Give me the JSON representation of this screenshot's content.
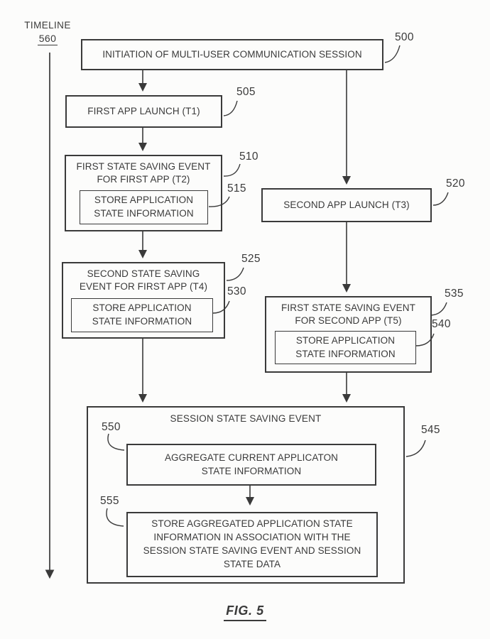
{
  "figure": {
    "timeline_label": "TIMELINE",
    "timeline_ref": "560",
    "caption": "FIG. 5"
  },
  "colors": {
    "ink": "#3a3a3a",
    "paper": "#fcfcfb"
  },
  "nodes": {
    "initiation": {
      "ref": "500",
      "label": "INITIATION OF MULTI-USER COMMUNICATION SESSION"
    },
    "first_app_launch": {
      "ref": "505",
      "label": "FIRST APP LAUNCH (T1)"
    },
    "first_state_saving_first_app": {
      "ref": "510",
      "label": "FIRST STATE SAVING EVENT FOR FIRST APP (T2)"
    },
    "store_state_t2": {
      "ref": "515",
      "label": "STORE APPLICATION STATE INFORMATION"
    },
    "second_app_launch": {
      "ref": "520",
      "label": "SECOND APP LAUNCH (T3)"
    },
    "second_state_saving_first_app": {
      "ref": "525",
      "label": "SECOND STATE SAVING EVENT FOR FIRST APP (T4)"
    },
    "store_state_t4": {
      "ref": "530",
      "label": "STORE APPLICATION STATE INFORMATION"
    },
    "first_state_saving_second_app": {
      "ref": "535",
      "label": "FIRST STATE SAVING EVENT FOR SECOND APP (T5)"
    },
    "store_state_t5": {
      "ref": "540",
      "label": "STORE APPLICATION STATE INFORMATION"
    },
    "session_state_saving": {
      "ref": "545",
      "label": "SESSION STATE SAVING EVENT"
    },
    "aggregate_state": {
      "ref": "550",
      "label": "AGGREGATE CURRENT APPLICATON STATE INFORMATION"
    },
    "store_aggregated": {
      "ref": "555",
      "label": "STORE AGGREGATED APPLICATION STATE INFORMATION IN ASSOCIATION WITH THE SESSION STATE SAVING EVENT AND SESSION STATE DATA"
    }
  }
}
